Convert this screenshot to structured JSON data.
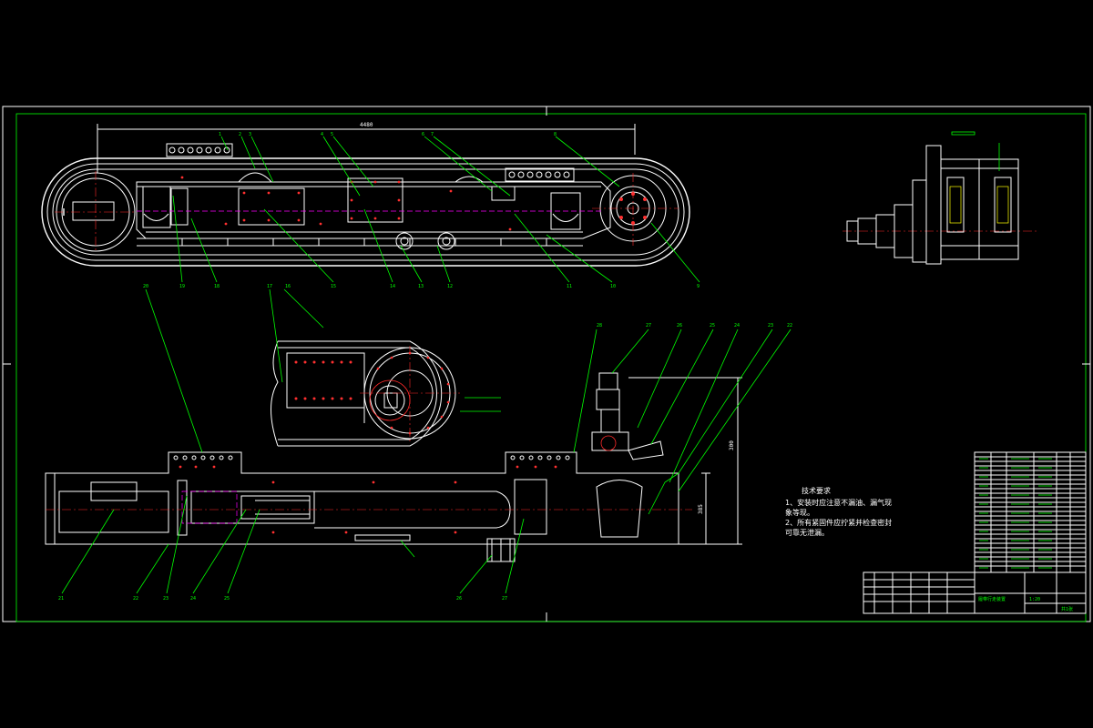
{
  "drawing": {
    "dimensions": {
      "overall_length": "4480",
      "height_1": "300",
      "height_2": "385"
    },
    "callouts_top": [
      "1",
      "2",
      "3",
      "4",
      "5",
      "6",
      "7",
      "8"
    ],
    "callouts_bottom_main": [
      "19",
      "18",
      "15",
      "14",
      "13",
      "12",
      "11",
      "10",
      "9"
    ],
    "callouts_section": [
      "20",
      "17",
      "16",
      "28",
      "27",
      "26",
      "25",
      "24",
      "23",
      "22",
      "21",
      "20"
    ],
    "callouts_lower": [
      "21",
      "22",
      "23",
      "24",
      "25",
      "26",
      "27"
    ],
    "tech_requirements": {
      "title": "技术要求",
      "lines": [
        "1、安装时应注意不漏油、漏气现",
        "象等现。",
        "2、所有紧固件应拧紧并检查密封",
        "可靠无泄漏。"
      ]
    },
    "title_block": {
      "drawing_name": "履带行走装置",
      "scale": "1:20",
      "sheet": "共1张"
    },
    "colors": {
      "line": "#ffffff",
      "leader": "#00ff00",
      "center": "#ff2a2a",
      "hidden": "#ff00ff",
      "border": "#00ff00"
    }
  }
}
